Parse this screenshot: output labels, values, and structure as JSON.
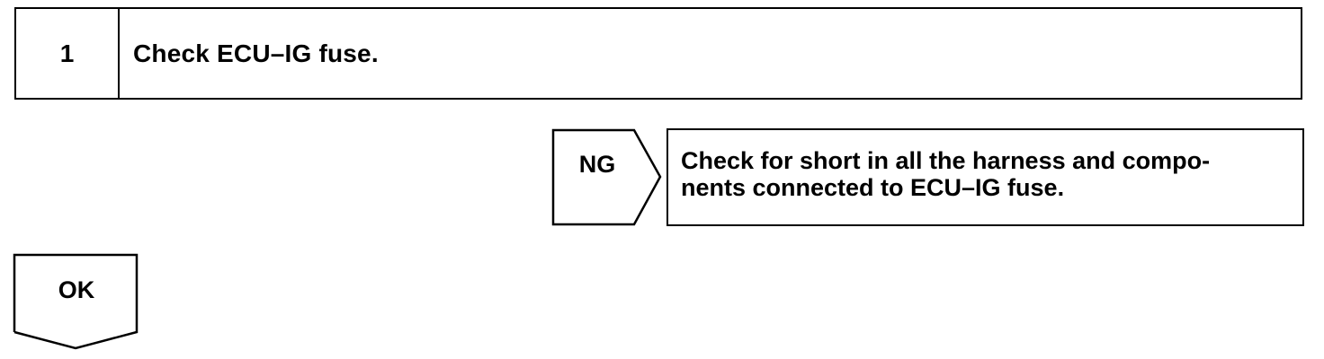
{
  "step": {
    "number": "1",
    "title": "Check ECU–IG fuse."
  },
  "ng_branch": {
    "label": "NG",
    "action_lines": [
      "Check for short in all the harness and compo-",
      "nents connected to ECU–IG fuse."
    ]
  },
  "ok_branch": {
    "label": "OK"
  },
  "colors": {
    "line": "#000000",
    "background": "#ffffff"
  }
}
